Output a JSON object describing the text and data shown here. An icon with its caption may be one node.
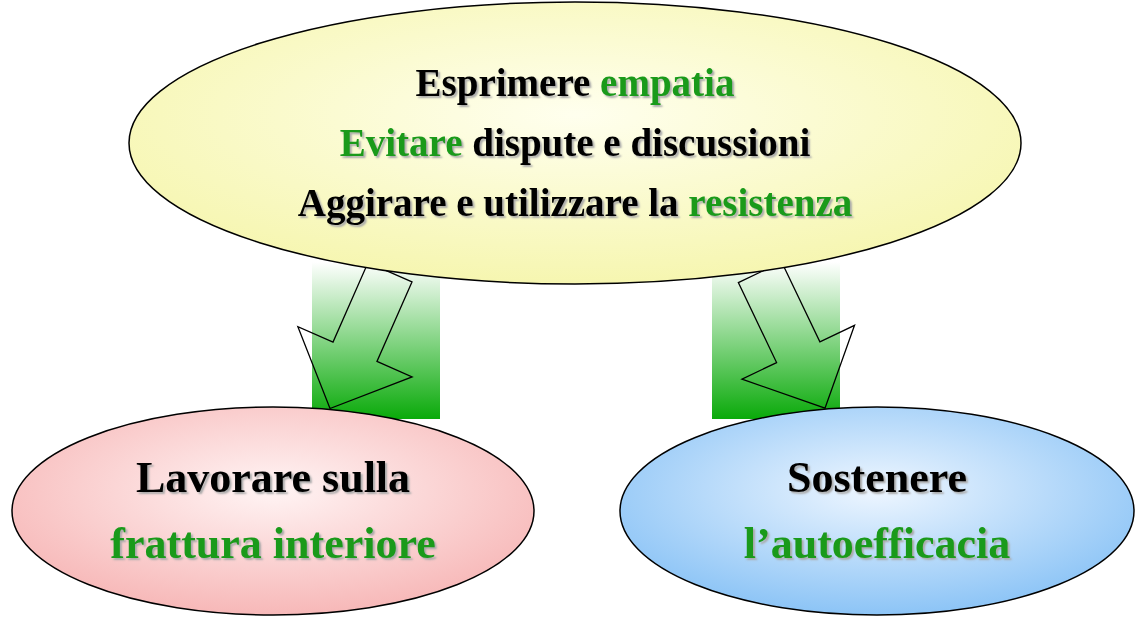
{
  "diagram": {
    "nodes": [
      {
        "text": [
          "Esprimere **empatia**",
          "**Evitare** dispute e discussioni",
          "Aggirare e utilizzare la **resistenza**"
        ]
      },
      {
        "text": [
          "Lavorare sulla **frattura interiore**"
        ]
      },
      {
        "text": [
          "Sostenere **l’autoefficacia**"
        ]
      }
    ],
    "edges": [
      {
        "from": 0,
        "to": 1,
        "arrow": "to",
        "style": "thick"
      },
      {
        "from": 0,
        "to": 2,
        "arrow": "to",
        "style": "thick"
      }
    ]
  }
}
